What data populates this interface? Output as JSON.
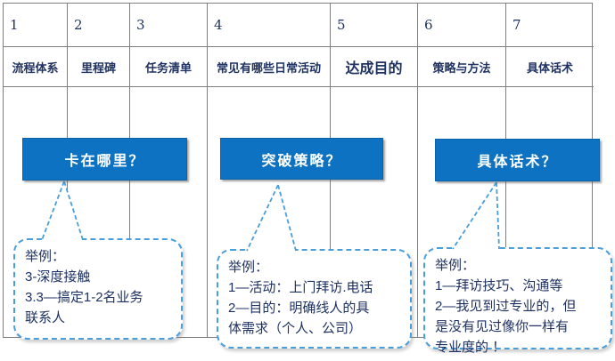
{
  "table": {
    "columns": [
      {
        "number": "1",
        "label": "流程体系"
      },
      {
        "number": "2",
        "label": "里程碑"
      },
      {
        "number": "3",
        "label": "任务清单"
      },
      {
        "number": "4",
        "label": "常见有哪些日常活动"
      },
      {
        "number": "5",
        "label": "达成目的"
      },
      {
        "number": "6",
        "label": "策略与方法"
      },
      {
        "number": "7",
        "label": "具体话术"
      }
    ]
  },
  "boxes": [
    {
      "label": "卡在哪里？"
    },
    {
      "label": "突破策略？"
    },
    {
      "label": "具体话术？"
    }
  ],
  "bubbles": [
    {
      "lines": [
        "举例：",
        "3-深度接触",
        "3.3—搞定1-2名业务",
        "联系人"
      ]
    },
    {
      "lines": [
        "举例：",
        "1—活动：上门拜访.电话",
        "2—目的：明确线人的具",
        "体需求（个人、公司）"
      ]
    },
    {
      "lines": [
        "举例：",
        "1—拜访技巧、沟通等",
        "2—我见到过专业的，但",
        "是没有见过像你一样有",
        "专业度的 ！"
      ]
    }
  ],
  "colors": {
    "accent_blue": "#0d72c2",
    "navy_text": "#1f3262",
    "bubble_border": "#4a9ed9",
    "table_border": "#7f7f7f",
    "box_text": "#ffffff"
  }
}
